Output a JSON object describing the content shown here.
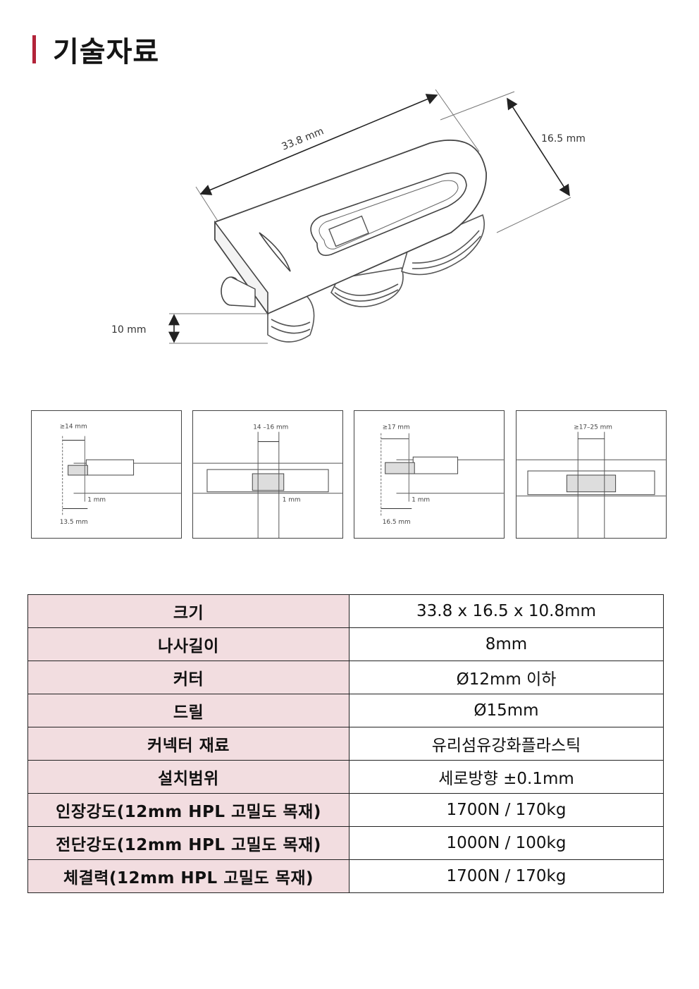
{
  "title": "기술자료",
  "accent_color": "#b3243a",
  "header_cell_color": "#f2dde0",
  "main_figure": {
    "icon": "connector-bracket-drawing",
    "dims": {
      "length": "33.8 mm",
      "width": "16.5 mm",
      "height": "10 mm"
    }
  },
  "install_figures": [
    {
      "icon": "install-diagram-1",
      "top_label": "≥14 mm",
      "gap_label": "1 mm",
      "bottom_label": "13.5 mm"
    },
    {
      "icon": "install-diagram-2",
      "top_label": "14 –16 mm",
      "gap_label": "1 mm"
    },
    {
      "icon": "install-diagram-3",
      "top_label": "≥17 mm",
      "gap_label": "1 mm",
      "bottom_label": "16.5 mm"
    },
    {
      "icon": "install-diagram-4",
      "top_label": "≥17–25 mm"
    }
  ],
  "specs": [
    {
      "key": "크기",
      "value": "33.8  x  16.5  x  10.8mm"
    },
    {
      "key": "나사길이",
      "value": "8mm"
    },
    {
      "key": "커터",
      "value": "Ø12mm  이하"
    },
    {
      "key": "드릴",
      "value": "Ø15mm"
    },
    {
      "key": "커넥터  재료",
      "value": "유리섬유강화플라스틱"
    },
    {
      "key": "설치범위",
      "value": "세로방향  ±0.1mm"
    },
    {
      "key": "인장강도(12mm  HPL  고밀도  목재)",
      "value": "1700N  /  170kg"
    },
    {
      "key": "전단강도(12mm  HPL  고밀도  목재)",
      "value": "1000N  /  100kg"
    },
    {
      "key": "체결력(12mm  HPL  고밀도  목재)",
      "value": "1700N  /  170kg"
    }
  ]
}
